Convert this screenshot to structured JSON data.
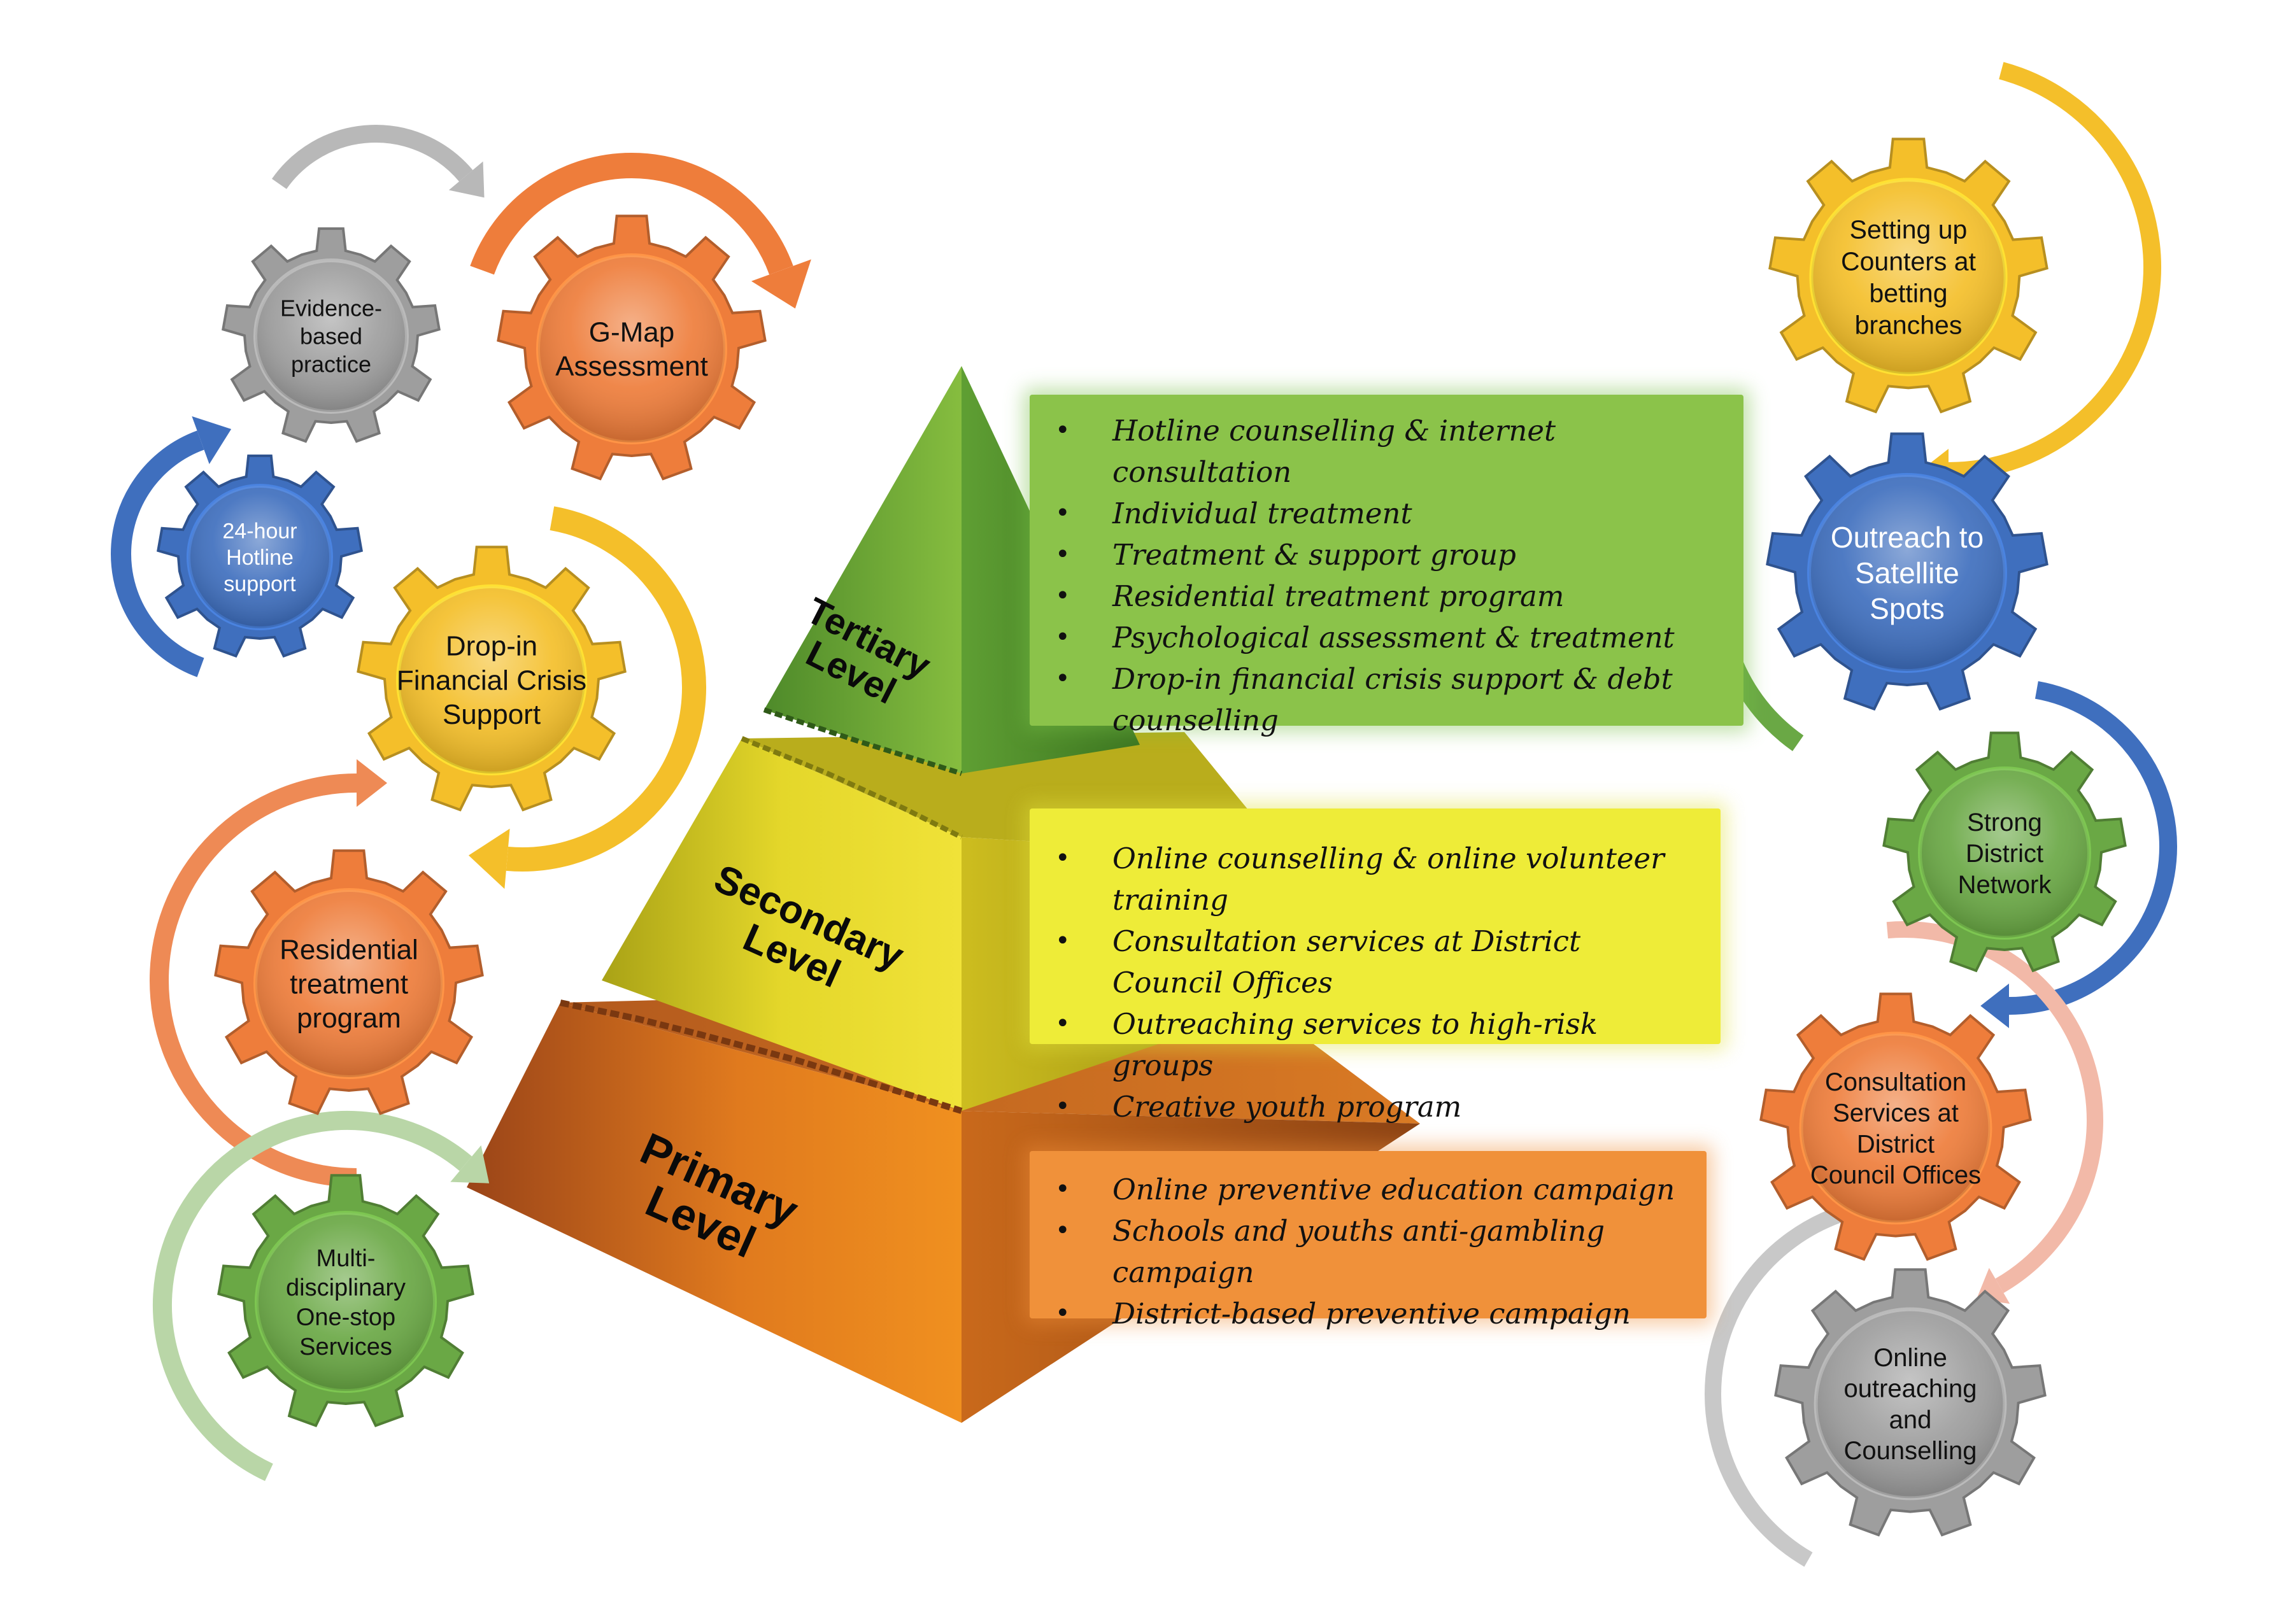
{
  "pyramid": {
    "tertiary_label": [
      "Tertiary",
      "Level"
    ],
    "secondary_label": [
      "Secondary",
      "Level"
    ],
    "primary_label": [
      "Primary",
      "Level"
    ]
  },
  "panels": {
    "tertiary": [
      "Hotline counselling & internet consultation",
      "Individual treatment",
      "Treatment & support group",
      "Residential treatment program",
      "Psychological assessment & treatment",
      "Drop-in financial crisis support & debt counselling"
    ],
    "secondary": [
      "Online counselling & online volunteer training",
      "Consultation services at District Council Offices",
      "Outreaching services to high-risk groups",
      "Creative youth program"
    ],
    "primary": [
      "Online preventive education campaign",
      "Schools and youths anti-gambling campaign",
      "District-based preventive campaign"
    ]
  },
  "gears": [
    {
      "id": "evidence-based-practice",
      "lines": [
        "Evidence-",
        "based",
        "practice"
      ],
      "color": "#9e9e9e",
      "icon": "gear-icon"
    },
    {
      "id": "g-map-assessment",
      "lines": [
        "G-Map",
        "Assessment"
      ],
      "color": "#ee7d3b",
      "icon": "gear-icon"
    },
    {
      "id": "24-hour-hotline-support",
      "lines": [
        "24-hour",
        "Hotline",
        "support"
      ],
      "color": "#3f6fbe",
      "icon": "gear-icon"
    },
    {
      "id": "drop-in-financial-crisis-support",
      "lines": [
        "Drop-in",
        "Financial Crisis",
        "Support"
      ],
      "color": "#f4bf2a",
      "icon": "gear-icon"
    },
    {
      "id": "residential-treatment-program",
      "lines": [
        "Residential",
        "treatment",
        "program"
      ],
      "color": "#ee7d3b",
      "icon": "gear-icon"
    },
    {
      "id": "multi-disciplinary-one-stop-services",
      "lines": [
        "Multi-",
        "disciplinary",
        "One-stop",
        "Services"
      ],
      "color": "#6aa845",
      "icon": "gear-icon"
    },
    {
      "id": "setting-up-counters",
      "lines": [
        "Setting up",
        "Counters at",
        "betting",
        "branches"
      ],
      "color": "#f4bf2a",
      "icon": "gear-icon"
    },
    {
      "id": "outreach-to-satellite-spots",
      "lines": [
        "Outreach to",
        "Satellite",
        "Spots"
      ],
      "color": "#3f6fbe",
      "icon": "gear-icon"
    },
    {
      "id": "strong-district-network",
      "lines": [
        "Strong",
        "District",
        "Network"
      ],
      "color": "#6aa845",
      "icon": "gear-icon"
    },
    {
      "id": "consultation-services-district-council",
      "lines": [
        "Consultation",
        "Services at",
        "District",
        "Council Offices"
      ],
      "color": "#ee7d3b",
      "icon": "gear-icon"
    },
    {
      "id": "online-outreaching-counselling",
      "lines": [
        "Online",
        "outreaching",
        "and",
        "Counselling"
      ],
      "color": "#9e9e9e",
      "icon": "gear-icon"
    }
  ],
  "arrows": [
    {
      "id": "grey-top",
      "color": "#b8b8b8",
      "icon": "curved-arrow-icon"
    },
    {
      "id": "orange-top",
      "color": "#ee7d3b",
      "icon": "curved-arrow-icon"
    },
    {
      "id": "blue-left",
      "color": "#3f6fbe",
      "icon": "curved-arrow-icon"
    },
    {
      "id": "yellow-left",
      "color": "#f4bf2a",
      "icon": "curved-arrow-icon"
    },
    {
      "id": "orange-left",
      "color": "#ee8a55",
      "icon": "curved-arrow-icon"
    },
    {
      "id": "green-left",
      "color": "#b9d6a7",
      "icon": "curved-arrow-icon"
    },
    {
      "id": "yellow-right",
      "color": "#f4bf2a",
      "icon": "curved-arrow-icon"
    },
    {
      "id": "green-right",
      "color": "#6aa845",
      "icon": "curved-arrow-icon"
    },
    {
      "id": "blue-right",
      "color": "#3f6fbe",
      "icon": "curved-arrow-icon"
    },
    {
      "id": "pink-right",
      "color": "#f2b9a8",
      "icon": "curved-arrow-icon"
    },
    {
      "id": "grey-right",
      "color": "#c8c8c8",
      "icon": "curved-arrow-icon"
    }
  ]
}
